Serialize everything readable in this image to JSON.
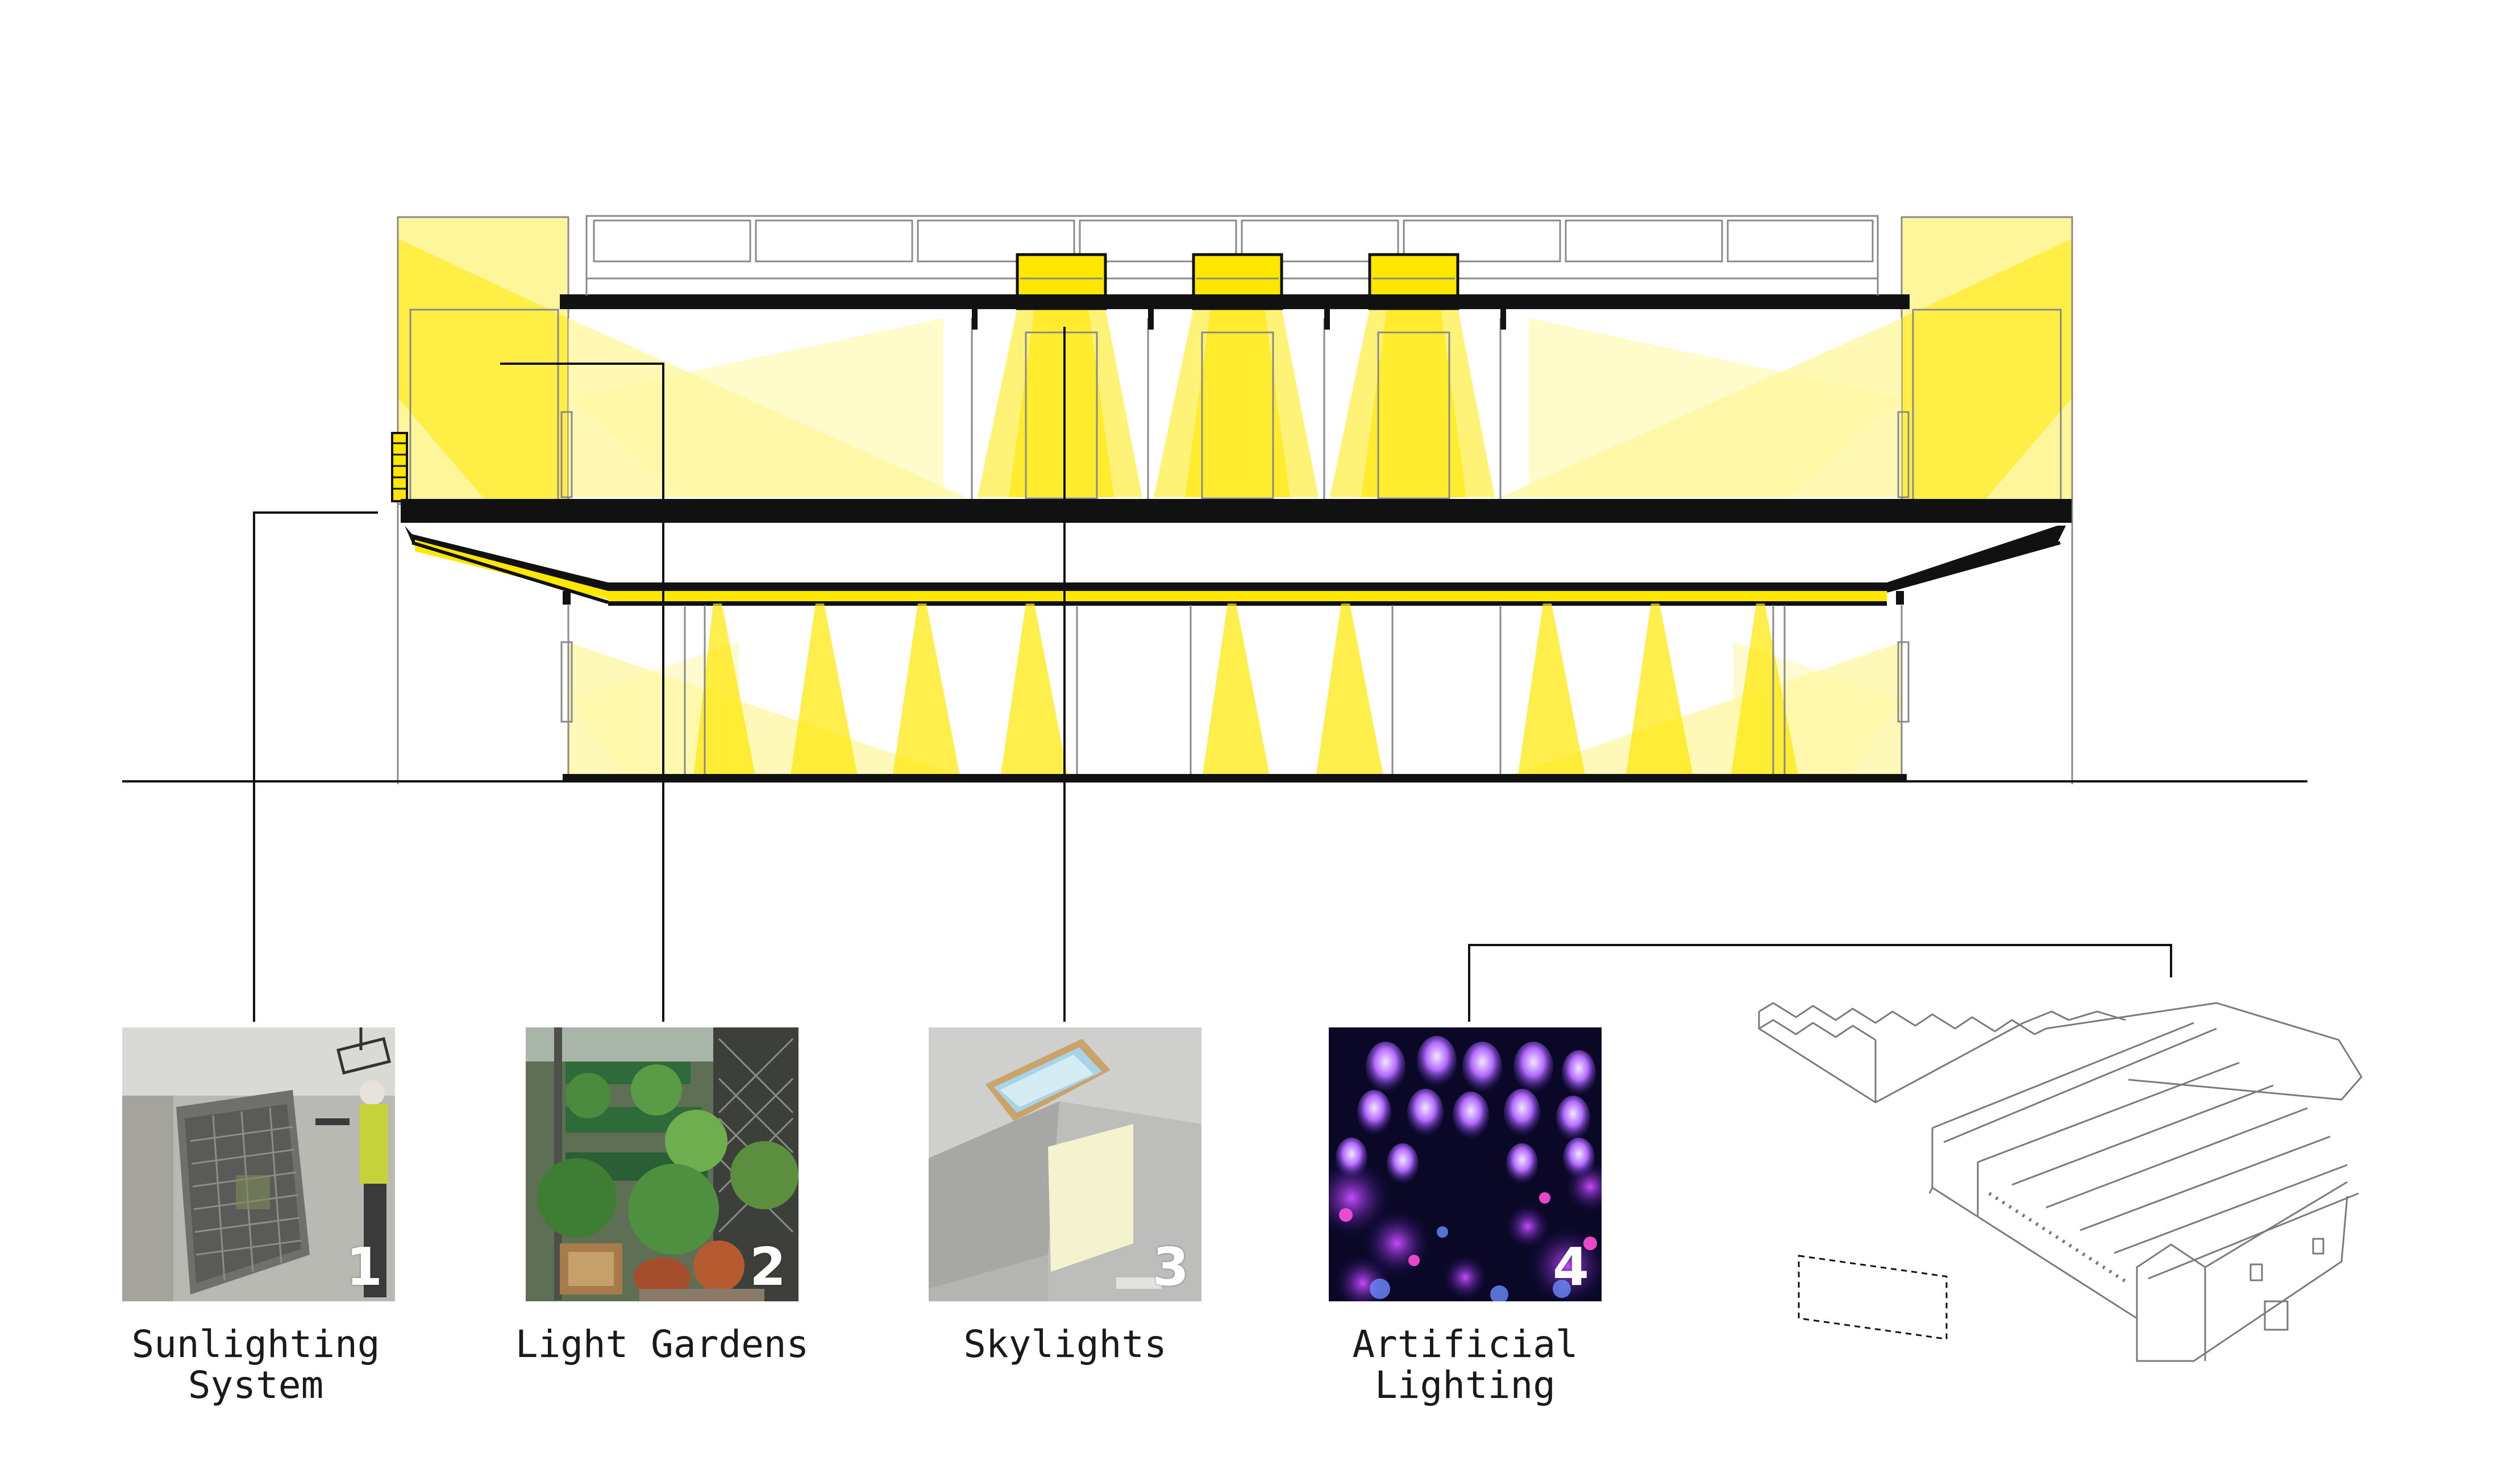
{
  "colors": {
    "light_yellow": "#fff7a1",
    "mid_yellow": "#ffef4a",
    "strong_yellow": "#ffe700",
    "line": "#111111",
    "thin_line": "#8a8a8a",
    "caption_text": "#1a1a1a"
  },
  "items": [
    {
      "number": "1",
      "caption": "Sunlighting\nSystem",
      "photo": "worker-installing-sunlighting-panel-photo"
    },
    {
      "number": "2",
      "caption": "Light Gardens",
      "photo": "indoor-light-garden-plants-photo"
    },
    {
      "number": "3",
      "caption": "Skylights",
      "photo": "ceiling-skylight-photo"
    },
    {
      "number": "4",
      "caption": "Artificial\nLighting",
      "photo": "purple-led-array-photo"
    }
  ]
}
